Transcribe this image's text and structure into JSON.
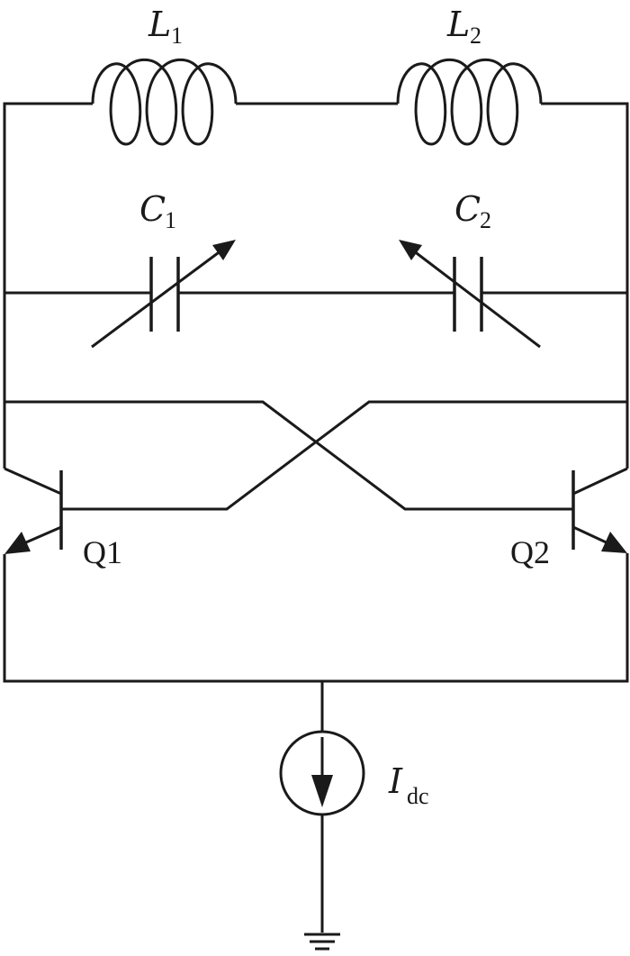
{
  "diagram": {
    "components": {
      "L1": {
        "symbol": "L",
        "subscript": "1"
      },
      "L2": {
        "symbol": "L",
        "subscript": "2"
      },
      "C1": {
        "symbol": "C",
        "subscript": "1"
      },
      "C2": {
        "symbol": "C",
        "subscript": "2"
      },
      "Q1": {
        "label": "Q1"
      },
      "Q2": {
        "label": "Q2"
      },
      "Idc": {
        "symbol": "I",
        "subscript": "dc"
      }
    },
    "colors": {
      "ink": "#1a1a1a",
      "background": "#ffffff"
    }
  }
}
